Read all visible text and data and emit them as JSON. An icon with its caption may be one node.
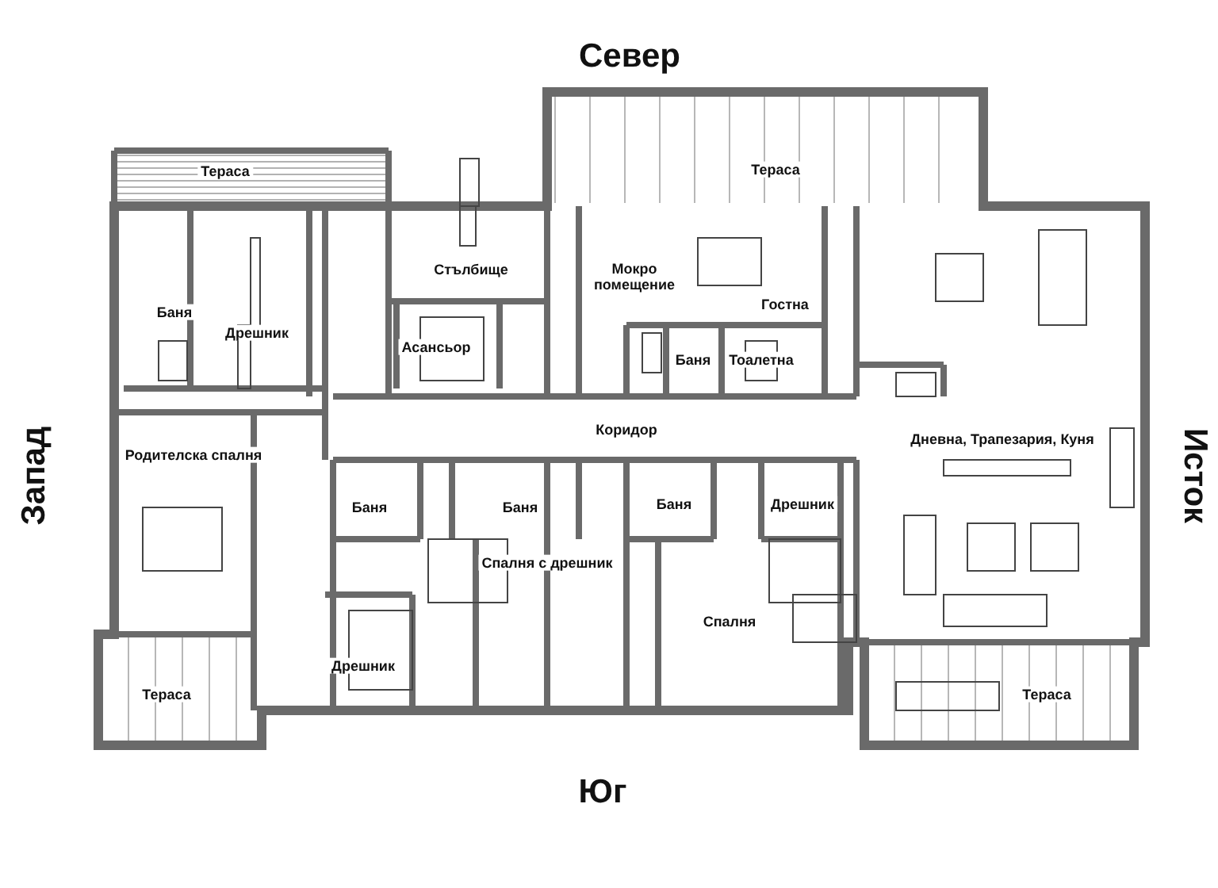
{
  "diagram": {
    "labels": [
      "Север",
      "Тераса",
      "Тераса",
      "Стълбище",
      "Мокро помещение",
      "Гостна",
      "Баня",
      "Дрешник",
      "Асансьор",
      "Баня",
      "Тоалетна",
      "Коридор",
      "Запад",
      "Исток",
      "Родителска спалня",
      "Дневна, Трапезария, Куня",
      "Баня",
      "Баня",
      "Баня",
      "Дрешник",
      "Спалня с дрешник",
      "Спалня",
      "Дрешник",
      "Тераса",
      "Тераса",
      "Юг"
    ]
  }
}
